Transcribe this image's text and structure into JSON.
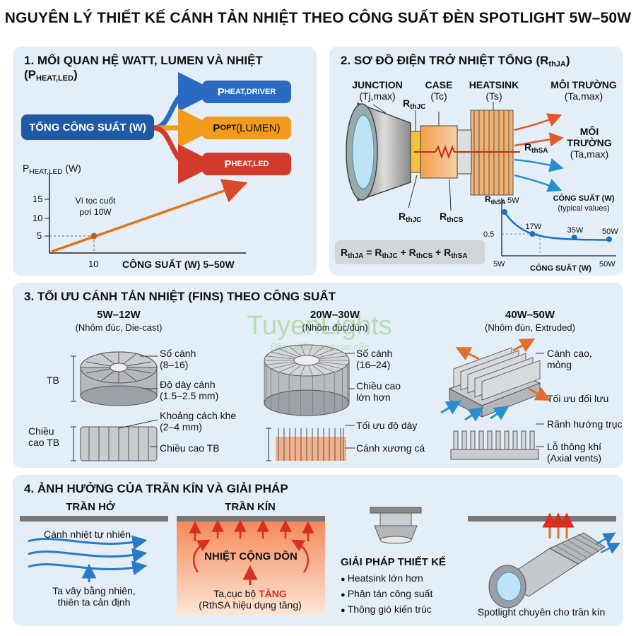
{
  "title": "NGUYÊN LÝ THIẾT KẾ CÁNH TẢN NHIỆT THEO CÔNG SUẤT ĐÈN SPOTLIGHT 5W–50W",
  "watermark": {
    "brand": "TuyenLights",
    "tagline": "Đèn chiếu sáng cao cấp"
  },
  "s1": {
    "title": "1. MỐI QUAN HỆ WATT, LUMEN VÀ NHIỆT (P",
    "title_sub": "HEAT,LED",
    "title_end": ")",
    "total_label": "TỔNG CÔNG SUẤT (W)",
    "driver": {
      "main": "P",
      "sub": "HEAT,DRIVER",
      "color": "#2a6ac2"
    },
    "opt": {
      "main": "P",
      "sub": "OPT",
      "suffix": " (LUMEN)",
      "color": "#f29b1d"
    },
    "heat": {
      "main": "P",
      "sub": "HEAT,LED",
      "color": "#d23a2c"
    },
    "total_color": "#1f5aa6",
    "ylabel_main": "P",
    "ylabel_sub": "HEAT,LED",
    "ylabel_unit": " (W)",
    "yticks": [
      "15",
      "10",
      "5"
    ],
    "xtick": "10",
    "xlabel": "CÔNG SUẤT (W) 5–50W",
    "annot_line1": "Ví tọc cuốt",
    "annot_line2": "pơi 10W"
  },
  "s2": {
    "title": "2. SƠ ĐỒ ĐIỆN TRỞ NHIỆT TỔNG (R",
    "title_sub": "thJA",
    "title_end": ")",
    "junction": "JUNCTION",
    "junction_sub": "(Tj,max)",
    "case": "CASE",
    "case_sub": "(Tc)",
    "heatsink": "HEATSINK",
    "heatsink_sub": "(Ts)",
    "env": "MÔI TRƯỜNG",
    "env_sub": "(Ta,max)",
    "env2_l1": "MÔI",
    "env2_l2": "TRƯỜNG",
    "env2_l3": "(Ta,max)",
    "r_main": "R",
    "rthjc": "thJC",
    "rthcs": "thCS",
    "rthsa": "thSA",
    "formula": {
      "r": "R",
      "ja": "thJA",
      "jc": "thJC",
      "cs": "thCS",
      "sa": "thSA"
    },
    "curve": {
      "title": "CÔNG SUẤT (W)",
      "subtitle": "(typical values)",
      "ytick": "0.5",
      "xlabel": "CÔNG SUẤT (W)",
      "x_start": "5W",
      "x_end": "50W",
      "points": [
        {
          "label": "5W",
          "w": 5,
          "r": 1.0
        },
        {
          "label": "17W",
          "w": 17,
          "r": 0.5
        },
        {
          "label": "35W",
          "w": 35,
          "r": 0.42
        },
        {
          "label": "50W",
          "w": 50,
          "r": 0.38
        }
      ]
    }
  },
  "s3": {
    "title": "3. TỐI ƯU CÁNH TẢN NHIỆT (FINS) THEO CÔNG SUẤT",
    "c1": {
      "power": "5W–12W",
      "material": "(Nhôm đúc, Die-cast)",
      "fins": "Số cánh",
      "fins_val": "(8–16)",
      "thick": "Độ dày cánh",
      "thick_val": "(1.5–2.5 mm)",
      "gap": "Khoảng cách khe",
      "gap_val": "(2–4 mm)",
      "height": "Chiều cao TB",
      "tb": "TB",
      "h_l1": "Chiều",
      "h_l2": "cao TB"
    },
    "c2": {
      "power": "20W–30W",
      "material": "(Nhôm đúc/đùn)",
      "fins": "Số cánh",
      "fins_val": "(16–24)",
      "height_l1": "Chiều cao",
      "height_l2": "lớn hơn",
      "thick": "Tối ưu độ dày",
      "fishbone": "Cánh xương cá"
    },
    "c3": {
      "power": "40W–50W",
      "material": "(Nhôm đùn, Extruded)",
      "tall_l1": "Cánh cao,",
      "tall_l2": "mỏng",
      "flow": "Tối ưu đối lưu",
      "groove": "Rãnh hướng trục",
      "vent": "Lỗ thông khí",
      "vent_sub": "(Axial vents)"
    }
  },
  "s4": {
    "title": "4. ẢNH HƯỞNG CỦA TRẦN KÍN VÀ GIẢI PHÁP",
    "open": "TRẦN HỞ",
    "closed": "TRẦN KÍN",
    "natural": "Cánh nhiệt tự nhiên",
    "open_note_l1": "Ta vây bằng nhiên,",
    "open_note_l2": "thiên ta cản định",
    "accum": "NHIỆT CỘNG DỒN",
    "local": "Ta,cục bộ ",
    "local_hl": "TĂNG",
    "rthsa_note": "(RthSA hiệu dụng tăng)",
    "solution_title": "GIẢI PHÁP THIẾT KẾ",
    "solutions": [
      "Heatsink lớn hơn",
      "Phân tán công suất",
      "Thông gió kiến trúc"
    ],
    "spot_caption": "Spotlight chuyên cho trần kín"
  }
}
